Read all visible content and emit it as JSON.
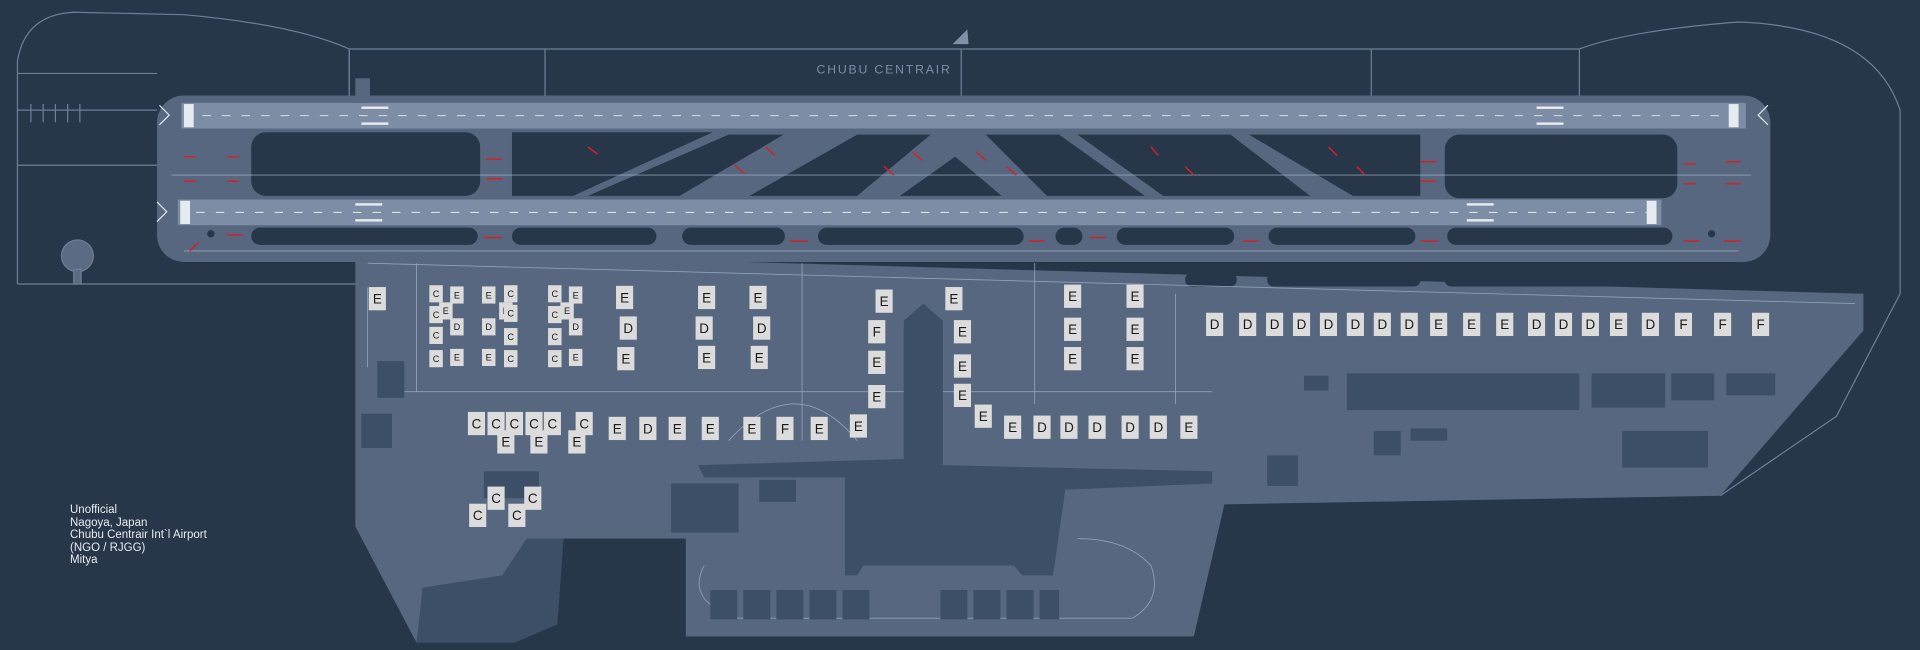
{
  "map": {
    "title_label": "CHUBU CENTRAIR",
    "info": [
      "Unofficial",
      "Nagoya, Japan",
      "Chubu Centrair Int`l Airport",
      "(NGO / RJGG)",
      "Mitya"
    ]
  },
  "colors": {
    "background": "#273649",
    "airfield": "#56677f",
    "runway": "#7c8da5",
    "terminal": "#3c4f67",
    "stand_label": "#dcdcdc",
    "hold_bar": "#d0222a"
  },
  "stands": {
    "large": [
      "E",
      "E",
      "D",
      "E",
      "E",
      "D",
      "E",
      "E",
      "D",
      "E",
      "E",
      "F",
      "E",
      "E",
      "E",
      "E",
      "E",
      "E",
      "E",
      "E",
      "E",
      "E",
      "E",
      "E",
      "E"
    ],
    "small": [
      "C",
      "E",
      "E",
      "C",
      "D",
      "C",
      "C",
      "E",
      "E",
      "C",
      "E",
      "D",
      "C",
      "C",
      "E",
      "C",
      "C",
      "E",
      "E",
      "C",
      "D",
      "C",
      "C",
      "E"
    ],
    "lower_row": [
      "C",
      "C",
      "C",
      "C",
      "C",
      "C",
      "E",
      "E",
      "E",
      "E",
      "D",
      "E",
      "E",
      "E",
      "F",
      "E",
      "E",
      "E",
      "D",
      "D",
      "D",
      "D",
      "D",
      "E"
    ],
    "remote": [
      "C",
      "C",
      "C",
      "C"
    ],
    "east_row": [
      "D",
      "D",
      "D",
      "D",
      "D",
      "D",
      "D",
      "D",
      "E",
      "E",
      "E",
      "D",
      "D",
      "D",
      "E",
      "D",
      "F",
      "F",
      "F"
    ]
  }
}
